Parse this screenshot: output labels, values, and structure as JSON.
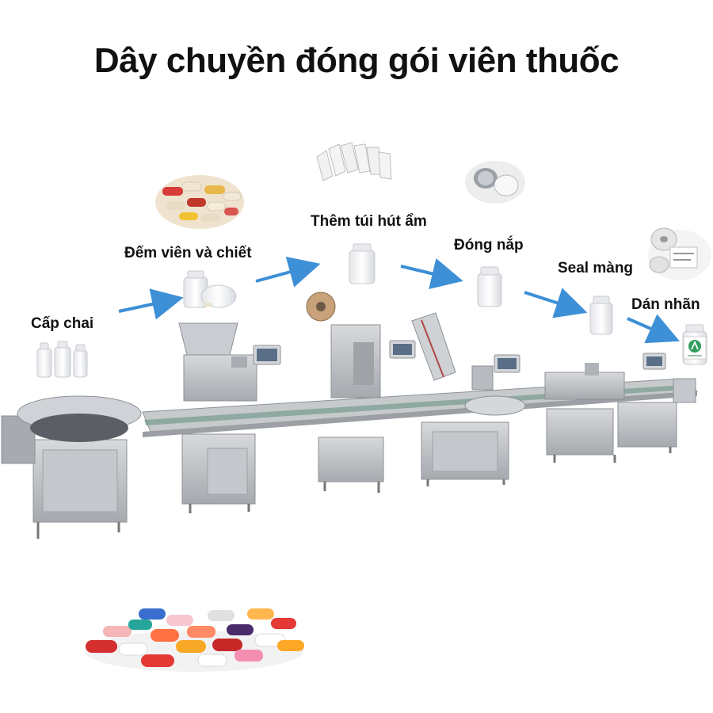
{
  "title": "Dây chuyền đóng gói viên thuốc",
  "steps": [
    {
      "label": "Cấp chai"
    },
    {
      "label": "Đếm viên và chiết"
    },
    {
      "label": "Thêm túi hút ẩm"
    },
    {
      "label": "Đóng nắp"
    },
    {
      "label": "Seal màng"
    },
    {
      "label": "Dán nhãn"
    }
  ],
  "colors": {
    "arrow": "#3d8fd6",
    "machine": "#b9bcc1",
    "machine_dark": "#8d9096",
    "panel_screen": "#5a6f87",
    "bottle": "#f4f5f7"
  },
  "icons": [
    "bottles-icon",
    "pills-icon",
    "desiccant-icon",
    "cap-icon",
    "seal-roll-icon",
    "labeled-bottle-icon",
    "pill-pile-icon"
  ]
}
